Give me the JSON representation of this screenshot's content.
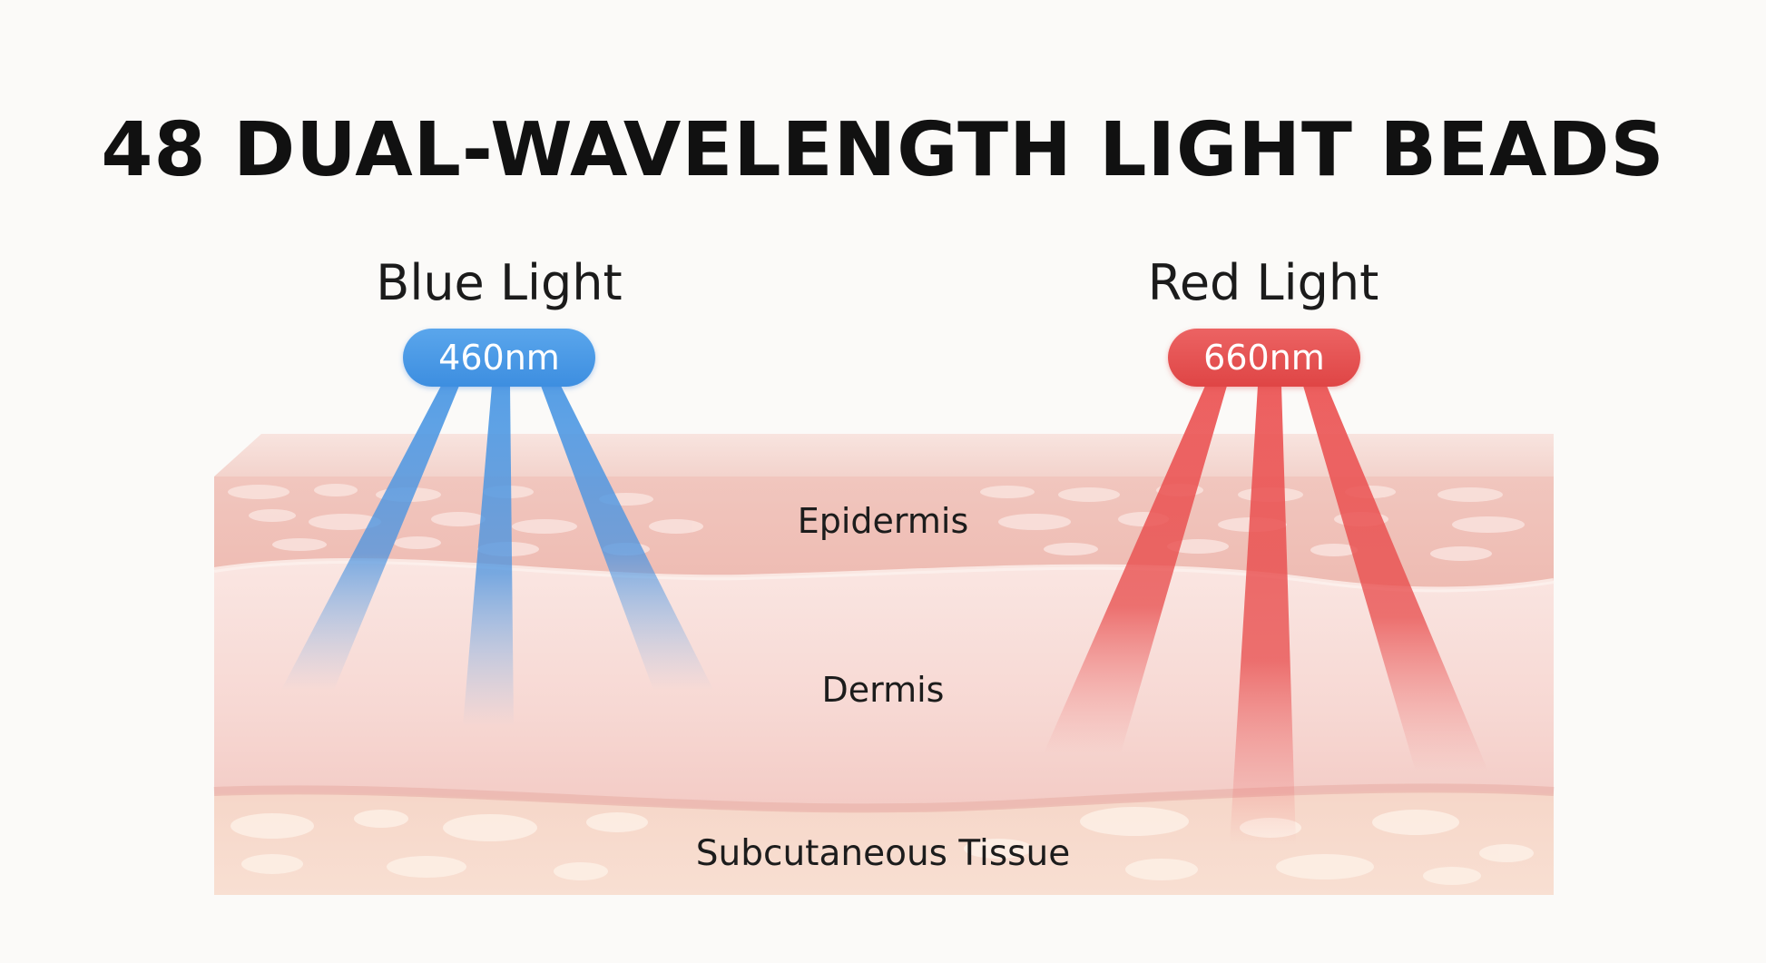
{
  "title": "48 DUAL-WAVELENGTH LIGHT BEADS",
  "blue": {
    "label": "Blue Light",
    "wavelength": "460nm",
    "color": "#3d8ee0"
  },
  "red": {
    "label": "Red Light",
    "wavelength": "660nm",
    "color": "#df4545"
  },
  "layers": {
    "epidermis": "Epidermis",
    "dermis": "Dermis",
    "subcutaneous": "Subcutaneous Tissue"
  },
  "colors": {
    "background": "#fbfaf8",
    "epidermis": "#f2c9c2",
    "dermis": "#f7d9d4",
    "subcutaneous": "#f6d7c8"
  }
}
